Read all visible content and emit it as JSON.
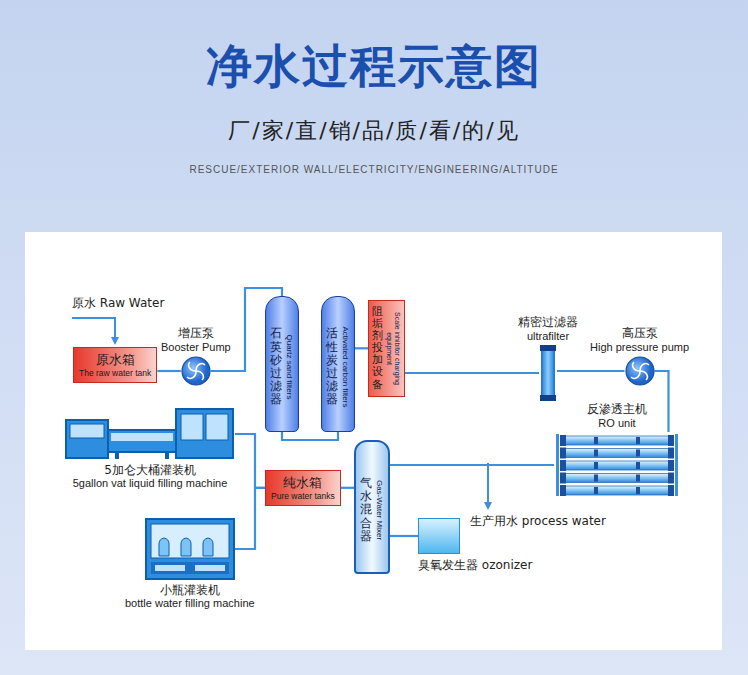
{
  "diagram": {
    "title": "净水过程示意图",
    "nodes": [
      {
        "text": [
          "原水箱",
          "The raw water tank"
        ]
      },
      {
        "text": [
          "增压泵",
          "Booster Pump"
        ]
      },
      {
        "text": [
          "石英砂过滤器",
          "Quartz sand filters"
        ]
      },
      {
        "text": [
          "活性炭过滤器",
          "Activated carbon filters"
        ]
      },
      {
        "text": [
          "阻垢剂投加设备",
          "Scale inhibitor charging equipment"
        ]
      },
      {
        "text": [
          "精密过滤器",
          "ultrafilter"
        ]
      },
      {
        "text": [
          "高压泵",
          "High pressure pump"
        ]
      },
      {
        "text": [
          "反渗透主机",
          "RO unit"
        ]
      },
      {
        "text": [
          "5加仑大桶灌装机",
          "5gallon vat liquid filling machine"
        ]
      },
      {
        "text": [
          "纯水箱",
          "Pure water tanks"
        ]
      },
      {
        "text": [
          "气水混合器",
          "Gas-Water Mixer"
        ]
      },
      {
        "text": [
          "臭氧发生器 ozonizer"
        ]
      },
      {
        "text": [
          "小瓶灌装机",
          "bottle water filling machine"
        ]
      }
    ],
    "edges": [
      {
        "from": 0,
        "to": 1,
        "arrow": "none"
      },
      {
        "from": 1,
        "to": 2,
        "arrow": "none"
      },
      {
        "from": 2,
        "to": 3,
        "arrow": "none"
      },
      {
        "from": 3,
        "to": 4,
        "arrow": "none"
      },
      {
        "from": 4,
        "to": 5,
        "arrow": "none"
      },
      {
        "from": 5,
        "to": 6,
        "arrow": "none"
      },
      {
        "from": 6,
        "to": 7,
        "arrow": "none"
      },
      {
        "from": 7,
        "to": 10,
        "arrow": "none"
      },
      {
        "from": 11,
        "to": 10,
        "arrow": "none"
      },
      {
        "from": 10,
        "to": 9,
        "arrow": "none"
      },
      {
        "from": 9,
        "to": 8,
        "arrow": "none"
      },
      {
        "from": 9,
        "to": 12,
        "arrow": "none"
      }
    ],
    "labels": [
      "厂/家/直/销/品/质/看/的/见",
      "RESCUE/EXTERIOR WALL/ELECTRICITY/ENGINEERING/ALTITUDE",
      "原水 Raw Water",
      "生产用水 process water"
    ]
  }
}
